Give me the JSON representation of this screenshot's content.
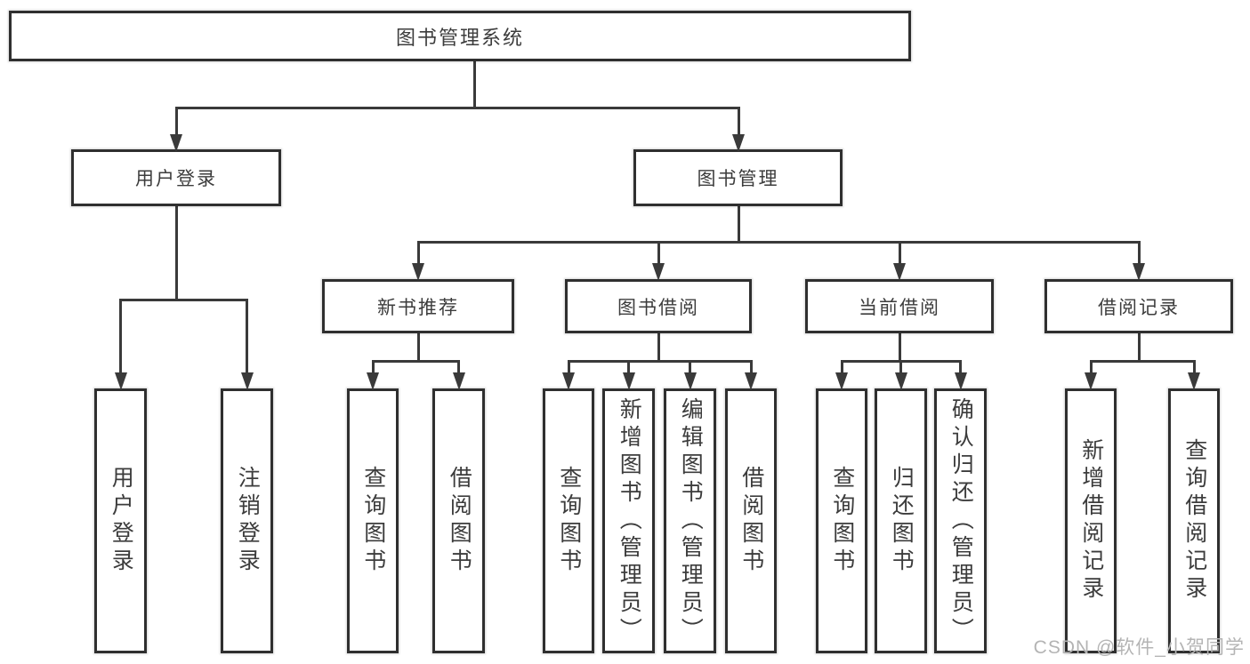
{
  "tree": {
    "label": "图书管理系统",
    "children": [
      {
        "label": "用户登录",
        "children": [
          {
            "label": "用户登录"
          },
          {
            "label": "注销登录"
          }
        ]
      },
      {
        "label": "图书管理",
        "children": [
          {
            "label": "新书推荐",
            "children": [
              {
                "label": "查询图书"
              },
              {
                "label": "借阅图书"
              }
            ]
          },
          {
            "label": "图书借阅",
            "children": [
              {
                "label": "查询图书"
              },
              {
                "label": "新增图书（管理员）"
              },
              {
                "label": "编辑图书（管理员）"
              },
              {
                "label": "借阅图书"
              }
            ]
          },
          {
            "label": "当前借阅",
            "children": [
              {
                "label": "查询图书"
              },
              {
                "label": "归还图书"
              },
              {
                "label": "确认归还（管理员）"
              }
            ]
          },
          {
            "label": "借阅记录",
            "children": [
              {
                "label": "新增借阅记录"
              },
              {
                "label": "查询借阅记录"
              }
            ]
          }
        ]
      }
    ]
  },
  "watermark": {
    "text": "CSDN @软件_小贺同学"
  },
  "colors": {
    "line": "#3a3a3a",
    "box_border": "#2f2f2f",
    "text": "#3c3c3c",
    "watermark": "#b4b4b4",
    "background": "#ffffff"
  }
}
